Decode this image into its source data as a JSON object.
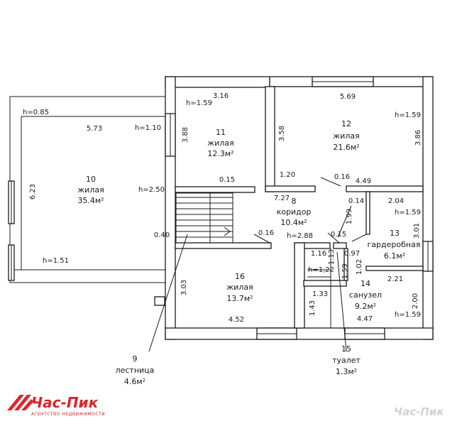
{
  "rooms": [
    {
      "num": "10",
      "name": "жилая",
      "area": "35.4м²"
    },
    {
      "num": "11",
      "name": "жилая",
      "area": "12.3м²"
    },
    {
      "num": "12",
      "name": "жилая",
      "area": "21.6м²"
    },
    {
      "num": "8",
      "name": "коридор",
      "area": "10.4м²"
    },
    {
      "num": "13",
      "name": "гардеробная",
      "area": "6.1м²"
    },
    {
      "num": "14",
      "name": "санузел",
      "area": "9.2м²"
    },
    {
      "num": "16",
      "name": "жилая",
      "area": "13.7м²"
    },
    {
      "num": "15",
      "name": "туалет",
      "area": "1.3м²"
    },
    {
      "num": "9",
      "name": "лестница",
      "area": "4.6м²"
    }
  ],
  "dims": {
    "d573": "5.73",
    "d623": "6.23",
    "d040": "0.40",
    "d316": "3.16",
    "d388": "3.88",
    "d015a": "0.15",
    "d358": "3.58",
    "d569": "5.69",
    "d386": "3.86",
    "d120": "1.20",
    "d016a": "0.16",
    "d449": "4.49",
    "d727": "7.27",
    "d016b": "0.16",
    "d014": "0.14",
    "d204": "2.04",
    "d199": "1.99",
    "d015b": "0.15",
    "d301": "3.01",
    "d116": "1.16",
    "d113": "1.13",
    "d097": "0.97",
    "d102": "1.02",
    "d159v": "1.59",
    "d221": "2.21",
    "d133": "1.33",
    "d143": "1.43",
    "d200": "2.00",
    "d303": "3.03",
    "d452": "4.52",
    "d447": "4.47"
  },
  "heights": {
    "h085": "h=0.85",
    "h110": "h=1.10",
    "h250": "h=2.50",
    "h151": "h=1.51",
    "h159_11": "h=1.59",
    "h159_12": "h=1.59",
    "h159_13": "h=1.59",
    "h159_14": "h=1.59",
    "h288": "h=2.88",
    "h122": "h=1,22"
  },
  "brand": {
    "logo_text": "Час-Пик",
    "logo_sub": "АГЕНТСТВО НЕДВИЖИМОСТИ",
    "watermark": "Час-Пик",
    "accent": "#d9262c"
  }
}
